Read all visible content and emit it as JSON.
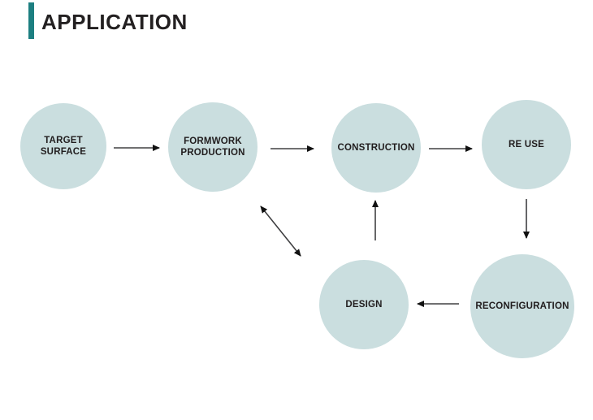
{
  "header": {
    "title": "APPLICATION"
  },
  "colors": {
    "accent_bar": "#1d7f81",
    "node_fill": "#cadedf",
    "arrow_line": "#404042",
    "arrow_head": "#111111",
    "title_text": "#232021",
    "node_text": "#211d1e",
    "background": "#ffffff"
  },
  "diagram": {
    "nodes": [
      {
        "id": "target-surface",
        "label": "TARGET SURFACE"
      },
      {
        "id": "formwork-production",
        "label": "FORMWORK PRODUCTION"
      },
      {
        "id": "construction",
        "label": "CONSTRUCTION"
      },
      {
        "id": "re-use",
        "label": "RE USE"
      },
      {
        "id": "design",
        "label": "DESIGN"
      },
      {
        "id": "reconfiguration",
        "label": "RECONFIGURATION"
      }
    ],
    "edges": [
      {
        "from": "TARGET SURFACE",
        "to": "FORMWORK PRODUCTION",
        "bidirectional": false
      },
      {
        "from": "FORMWORK PRODUCTION",
        "to": "CONSTRUCTION",
        "bidirectional": false
      },
      {
        "from": "CONSTRUCTION",
        "to": "RE USE",
        "bidirectional": false
      },
      {
        "from": "RE USE",
        "to": "RECONFIGURATION",
        "bidirectional": false
      },
      {
        "from": "RECONFIGURATION",
        "to": "DESIGN",
        "bidirectional": false
      },
      {
        "from": "DESIGN",
        "to": "CONSTRUCTION",
        "bidirectional": false
      },
      {
        "from": "FORMWORK PRODUCTION",
        "to": "DESIGN",
        "bidirectional": true
      }
    ]
  }
}
